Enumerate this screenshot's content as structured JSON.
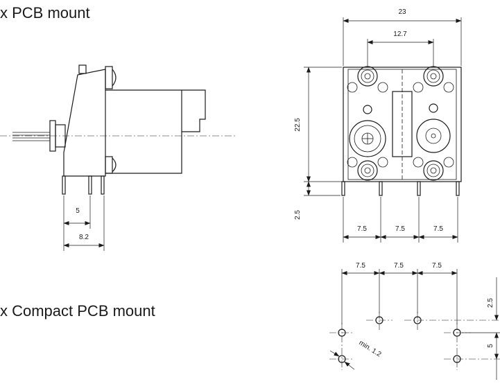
{
  "headings": {
    "pcb_mount": "x PCB mount",
    "compact_pcb_mount": "x Compact PCB mount"
  },
  "side_view": {
    "dim_pin_spacing": "5",
    "dim_overall": "8.2"
  },
  "front_view": {
    "dim_width": "23",
    "dim_hole_spacing": "12.7",
    "dim_height": "22.5",
    "dim_pin_offset": "2.5",
    "dim_pitch_1": "7.5",
    "dim_pitch_2": "7.5",
    "dim_pitch_3": "7.5"
  },
  "footprint": {
    "dim_pitch_1": "7.5",
    "dim_pitch_2": "7.5",
    "dim_pitch_3": "7.5",
    "dim_row_offset": "2.5",
    "dim_row_spacing": "5",
    "dim_hole_min": "min. 1.2"
  }
}
